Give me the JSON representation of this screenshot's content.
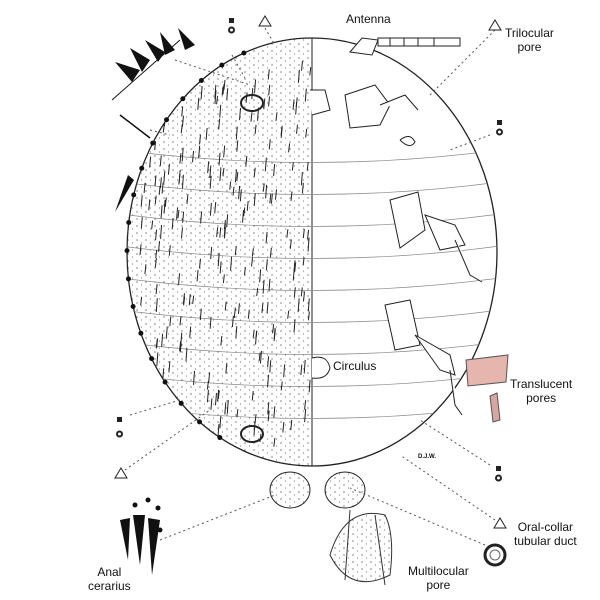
{
  "labels": {
    "antenna": "Antenna",
    "trilocular_pore": [
      "Trilocular",
      "pore"
    ],
    "circulus": "Circulus",
    "translucent_pores": [
      "Translucent",
      "pores"
    ],
    "oral_collar": [
      "Oral-collar",
      "tubular duct"
    ],
    "multilocular_pore": [
      "Multilocular",
      "pore"
    ],
    "anal_cerarius": [
      "Anal",
      "cerarius"
    ]
  },
  "signature": "D.J.W.",
  "colors": {
    "ink": "#1a1a1a",
    "leader": "#555555",
    "translucent": "#d9a5a0"
  }
}
